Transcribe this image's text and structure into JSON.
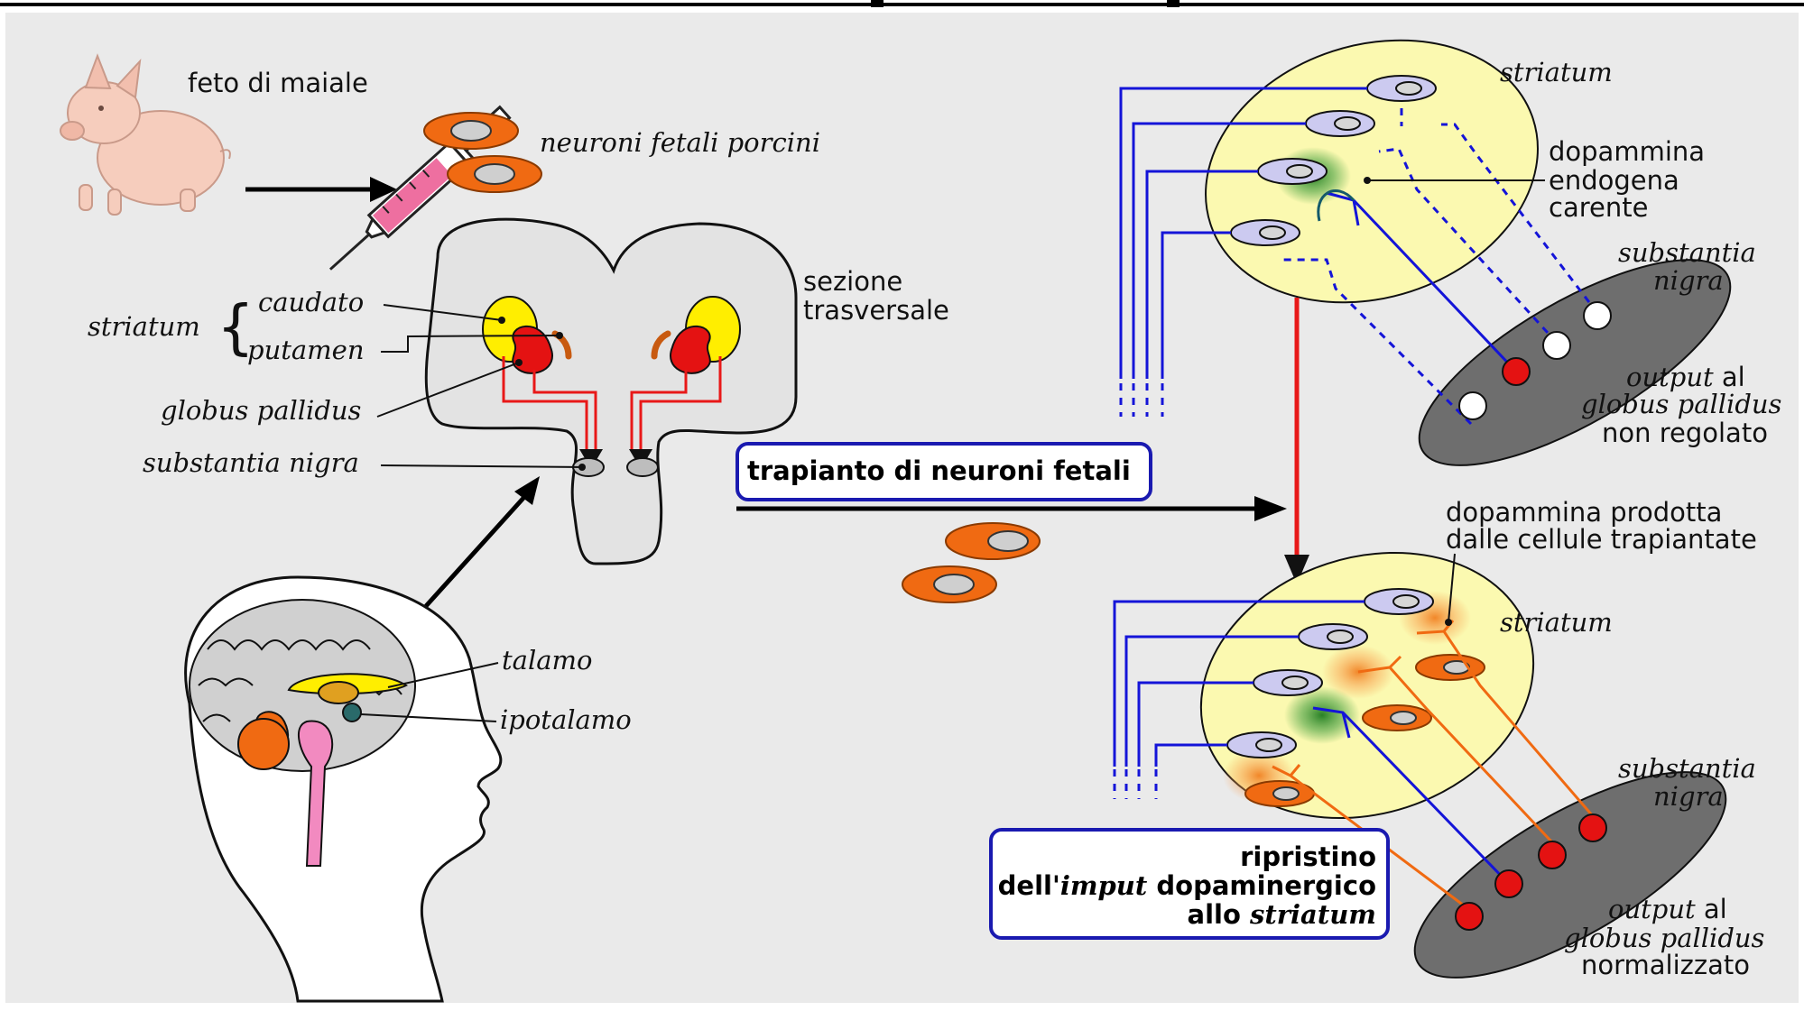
{
  "title_partial": "",
  "labels": {
    "pig": "feto di maiale",
    "porcine_neurons": "neuroni fetali porcini",
    "striatum_bracket": "striatum",
    "caudato": "caudato",
    "putamen": "putamen",
    "globus_pallidus": "globus pallidus",
    "substantia_nigra": "substantia nigra",
    "cross_section_1": "sezione",
    "cross_section_2": "trasversale",
    "talamo": "talamo",
    "ipotalamo": "ipotalamo",
    "striatum_top": "striatum",
    "dopamine_deficient_1": "dopammina",
    "dopamine_deficient_2": "endogena",
    "dopamine_deficient_3": "carente",
    "sn_top_1": "substantia",
    "sn_top_2": "nigra",
    "output_top_1a": "output",
    "output_top_1b": " al",
    "output_top_2": "globus pallidus",
    "output_top_3": "non regolato",
    "transplant_box": "trapianto di neuroni fetali",
    "dopamine_produced_1": "dopammina prodotta",
    "dopamine_produced_2": "dalle cellule trapiantate",
    "striatum_bottom": "striatum",
    "sn_bottom_1": "substantia",
    "sn_bottom_2": "nigra",
    "output_bottom_1a": "output",
    "output_bottom_1b": " al",
    "output_bottom_2": "globus pallidus",
    "output_bottom_3": "normalizzato",
    "restore_1": "ripristino",
    "restore_2a": "dell'",
    "restore_2b": "imput",
    "restore_2c": " dopaminergico",
    "restore_3a": "allo ",
    "restore_3b": "striatum"
  },
  "colors": {
    "background_panel": "#e9e9e9",
    "brain_fill": "#e3e3e3",
    "striatum_fill": "#fbf9b0",
    "neuron_fill": "#cccaf0",
    "fetal_neuron": "#f06a12",
    "dopamine_green": "#2f8a2f",
    "dopamine_orange": "#f59a3c",
    "nigra_fill": "#6e6e6e",
    "blue_line": "#1414d8",
    "red_line": "#e81818",
    "yellow": "#ffee00",
    "red_nucleus": "#e41212"
  }
}
